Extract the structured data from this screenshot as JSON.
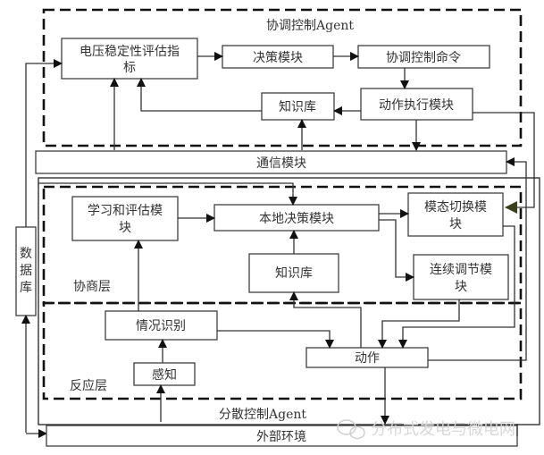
{
  "diagram": {
    "groups": {
      "coordination_agent": "协调控制Agent",
      "negotiation_layer": "协商层",
      "reaction_layer": "反应层",
      "distributed_agent": "分散控制Agent"
    },
    "nodes": {
      "voltage_index_l1": "电压稳定性评估指",
      "voltage_index_l2": "标",
      "decision_module": "决策模块",
      "coord_command": "协调控制命令",
      "knowledge_base_top": "知识库",
      "action_exec": "动作执行模块",
      "comm_module": "通信模块",
      "learn_eval_l1": "学习和评估模",
      "learn_eval_l2": "块",
      "local_decision": "本地决策模块",
      "mode_switch_l1": "模态切换模",
      "mode_switch_l2": "块",
      "knowledge_base_local": "知识库",
      "continuous_adj_l1": "连续调节模",
      "continuous_adj_l2": "块",
      "situation_recog": "情况识别",
      "action": "动作",
      "perception": "感知",
      "database_c1": "数",
      "database_c2": "据",
      "database_c3": "库",
      "external_env": "外部环境"
    },
    "watermark": "分布式发电与微电网",
    "watermark_icon": "wechat-icon"
  }
}
